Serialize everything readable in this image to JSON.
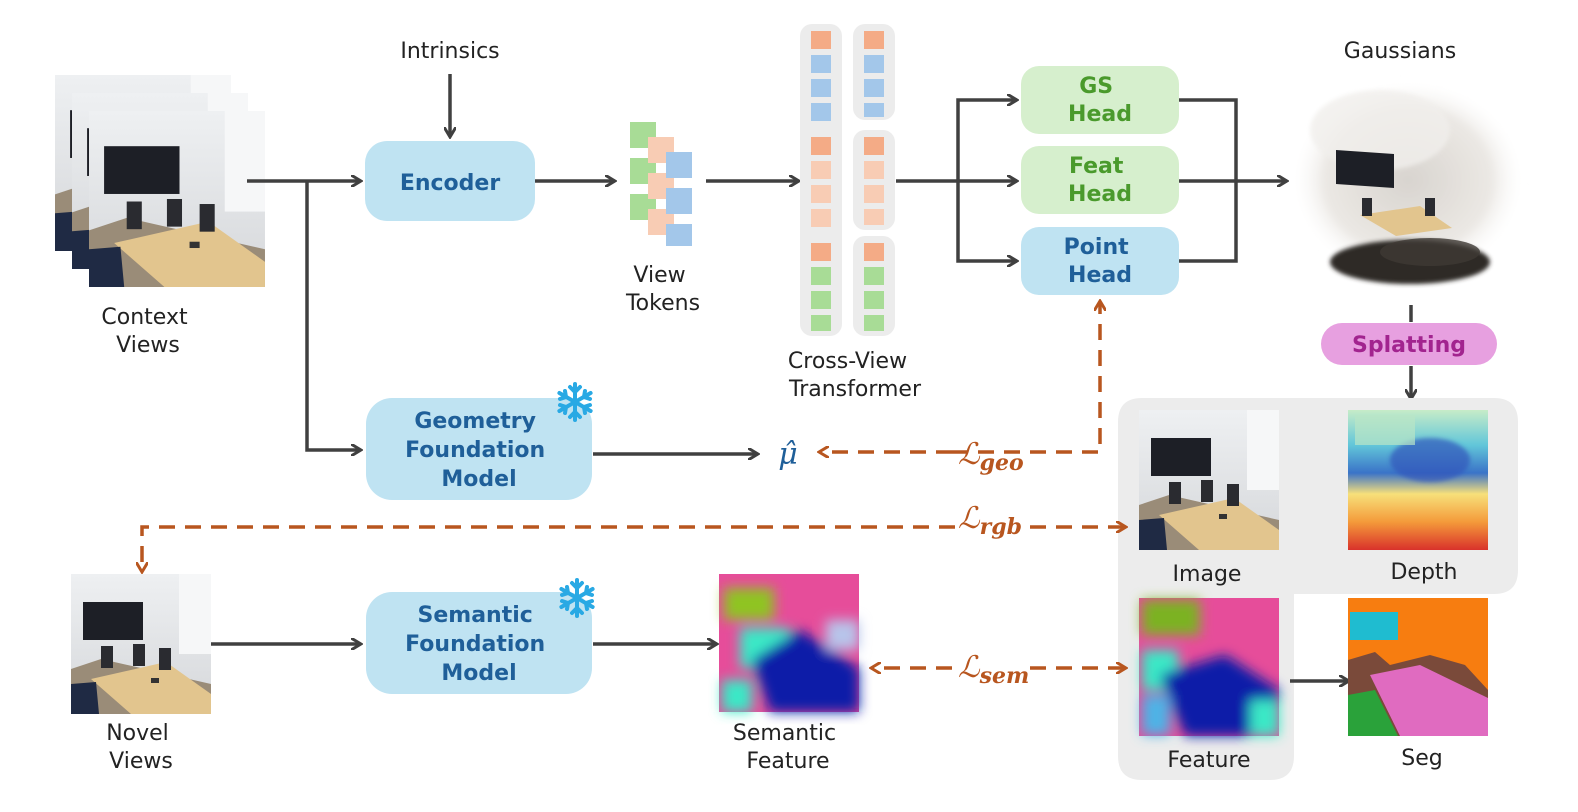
{
  "labels": {
    "context_views": [
      "Context",
      "Views"
    ],
    "intrinsics": "Intrinsics",
    "encoder": "Encoder",
    "view_tokens": [
      "View",
      "Tokens"
    ],
    "cross_view": [
      "Cross-View",
      "Transformer"
    ],
    "gs_head": [
      "GS",
      "Head"
    ],
    "feat_head": [
      "Feat",
      "Head"
    ],
    "point_head": [
      "Point",
      "Head"
    ],
    "gaussians": "Gaussians",
    "splatting": "Splatting",
    "geometry_fm": [
      "Geometry",
      "Foundation",
      "Model"
    ],
    "semantic_fm": [
      "Semantic",
      "Foundation",
      "Model"
    ],
    "mu_hat": "μ̂",
    "loss_symbol": "ℒ",
    "loss_geo": "geo",
    "loss_rgb": "rgb",
    "loss_sem": "sem",
    "novel_views": [
      "Novel",
      "Views"
    ],
    "semantic_feature": [
      "Semantic",
      "Feature"
    ],
    "image": "Image",
    "depth": "Depth",
    "feature": "Feature",
    "seg": "Seg"
  },
  "colors": {
    "blue_box": "#bfe3f2",
    "blue_text": "#1f5f99",
    "green_box": "#d6efcd",
    "green_text": "#4a9a2c",
    "pink_box": "#e7a0e0",
    "pink_text": "#a2248f",
    "loss": "#b8561f",
    "arrow": "#404040",
    "panel": "#ececec",
    "token_orange": "#f4ab86",
    "token_orange_light": "#f8ccb4",
    "token_blue": "#a3c7ea",
    "token_green": "#a8dc96"
  },
  "icons": [
    "snowflake-icon"
  ]
}
